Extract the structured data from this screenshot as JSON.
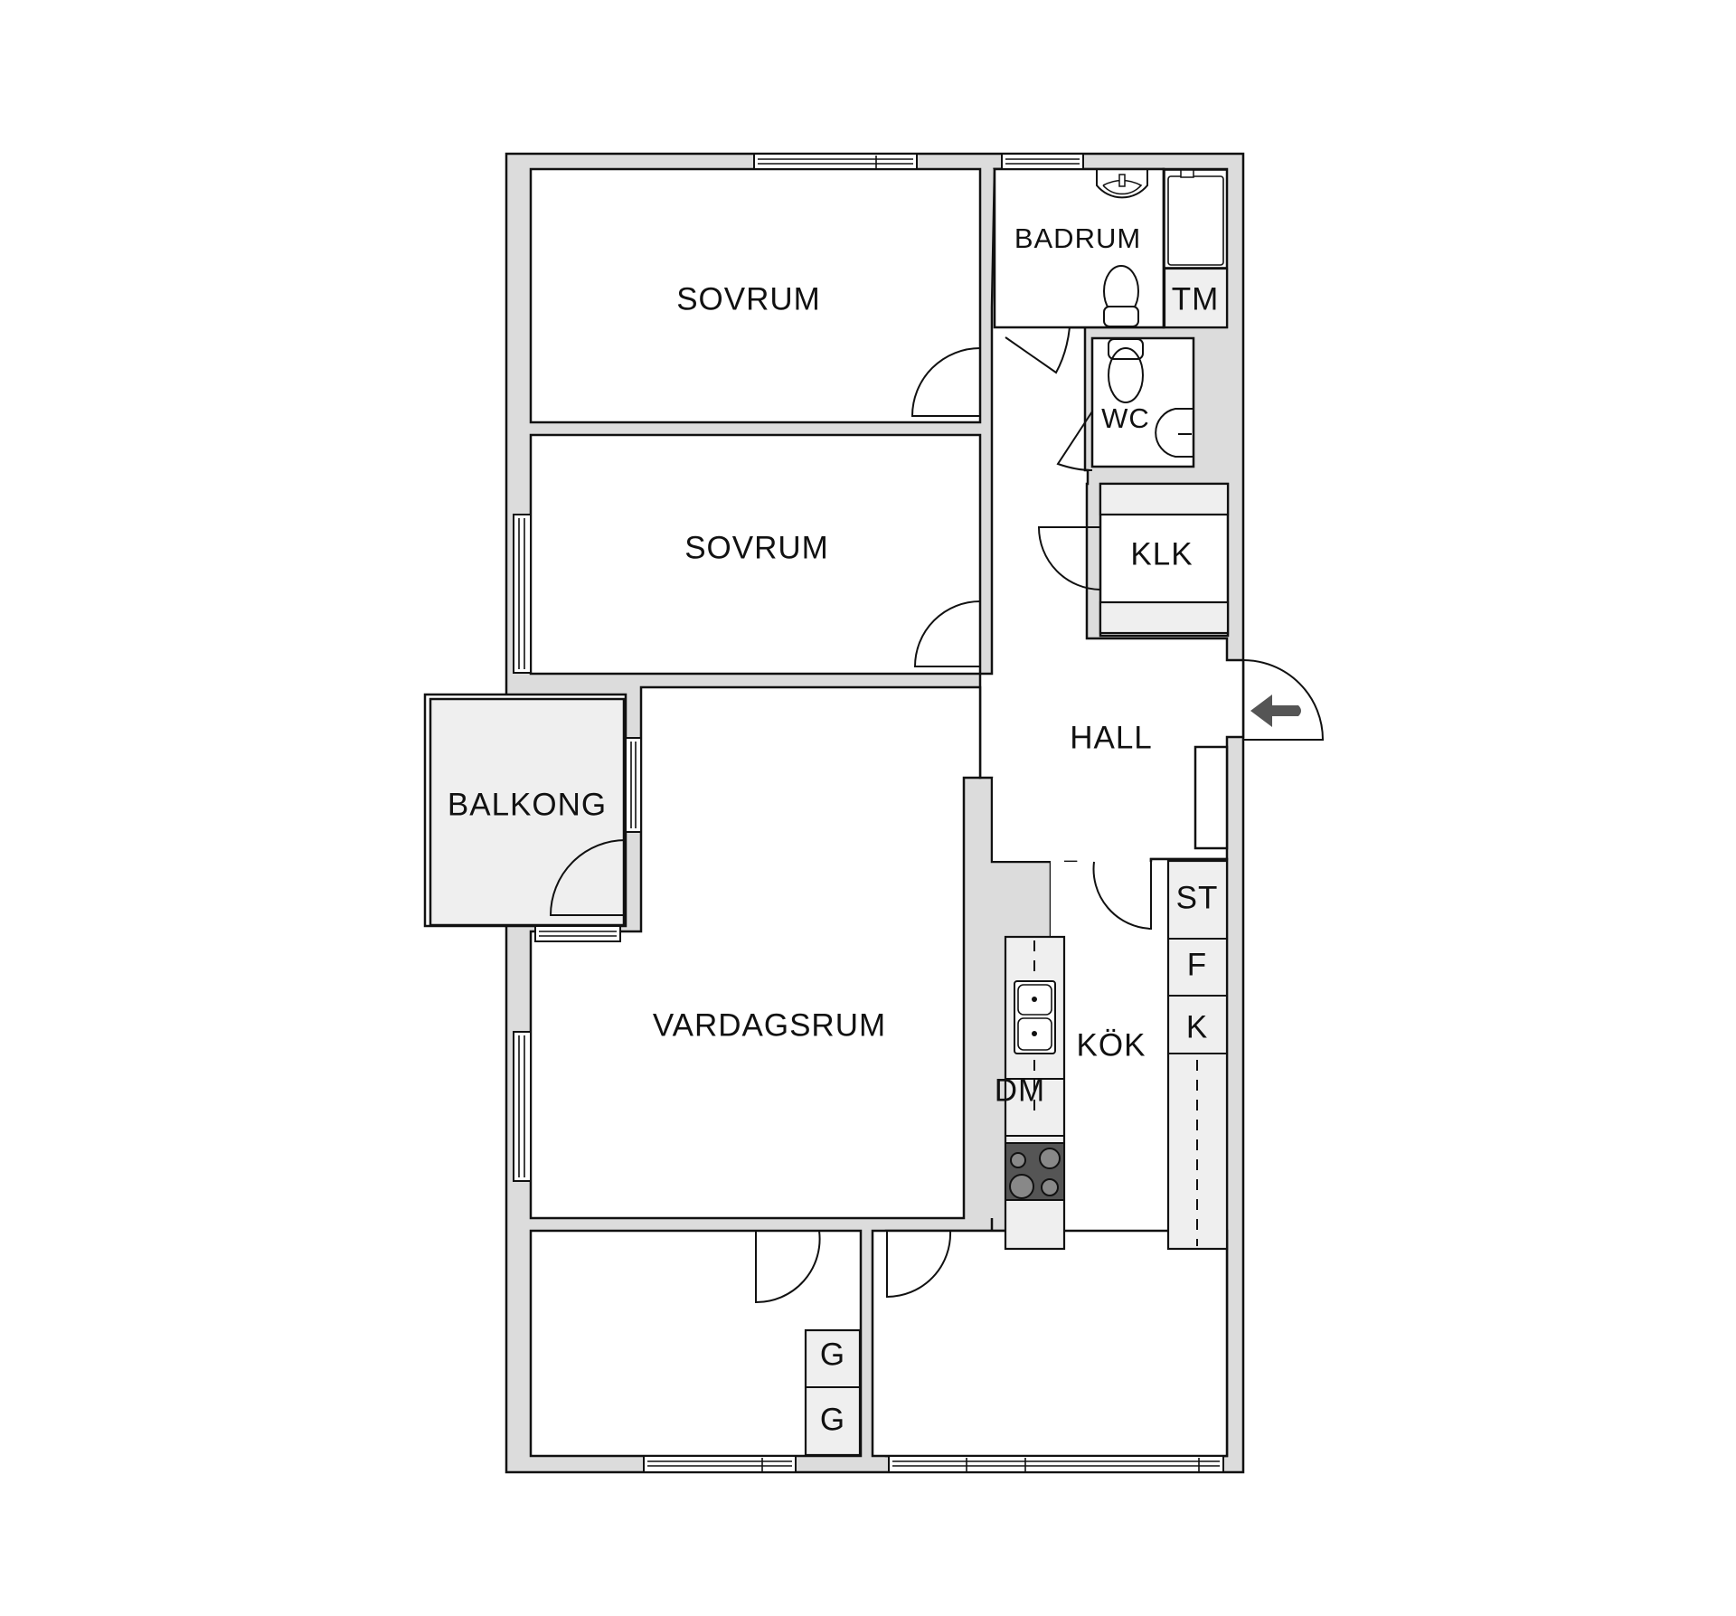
{
  "floorplan": {
    "colors": {
      "wall": "#dcdcdc",
      "fixture": "#efefef",
      "room": "#ffffff",
      "stove": "#555555",
      "entrance_arrow": "#555555"
    },
    "rooms": [
      {
        "id": "sovrum-1",
        "label": "SOVRUM"
      },
      {
        "id": "sovrum-2",
        "label": "SOVRUM"
      },
      {
        "id": "badrum",
        "label": "BADRUM"
      },
      {
        "id": "wc",
        "label": "WC"
      },
      {
        "id": "klk",
        "label": "KLK"
      },
      {
        "id": "hall",
        "label": "HALL"
      },
      {
        "id": "balkong",
        "label": "BALKONG"
      },
      {
        "id": "vardagsrum",
        "label": "VARDAGSRUM"
      },
      {
        "id": "kok",
        "label": "KÖK"
      }
    ],
    "fixtures": {
      "tm": "TM",
      "st": "ST",
      "f": "F",
      "k": "K",
      "dm": "DM",
      "g1": "G",
      "g2": "G"
    },
    "icons": [
      "entrance-arrow-icon",
      "sink-icon",
      "toilet-icon",
      "bathtub-icon",
      "kitchen-sink-icon",
      "stove-icon"
    ]
  }
}
